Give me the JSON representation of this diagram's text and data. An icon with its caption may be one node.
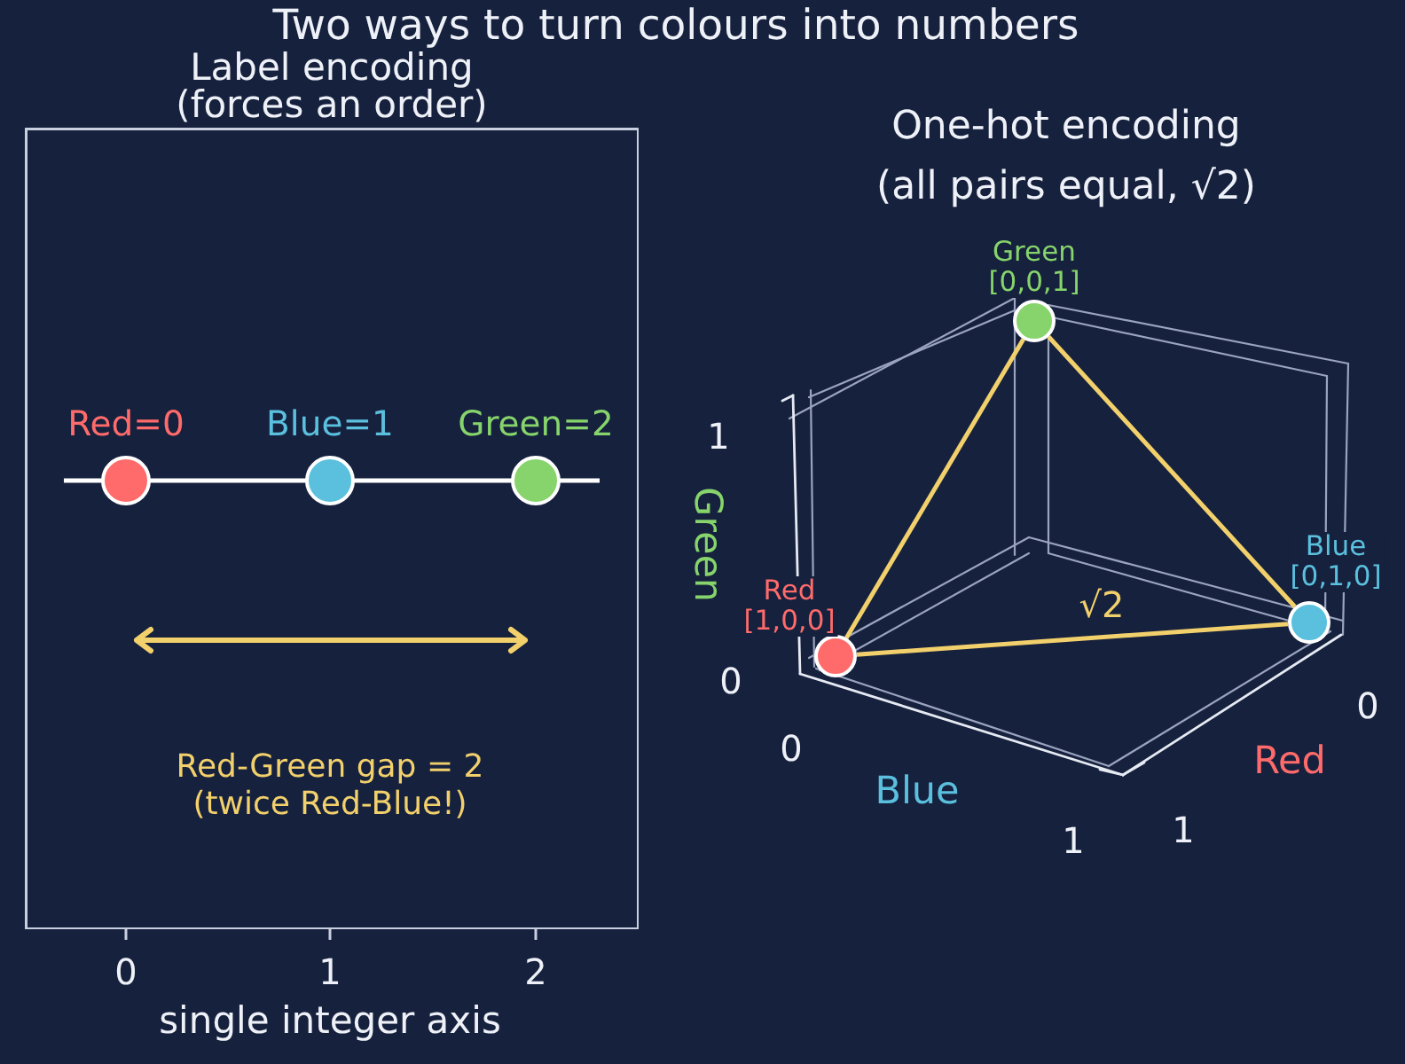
{
  "diagram": {
    "title": "Two ways to turn colours into numbers",
    "nodes": [
      {
        "text": [
          "Label encoding (forces an order)"
        ]
      },
      {
        "text": [],
        "shape": "circle",
        "in": 0,
        "beside": [
          "Red=0"
        ]
      },
      {
        "text": [],
        "shape": "circle",
        "in": 0,
        "beside": [
          "Blue=1"
        ]
      },
      {
        "text": [],
        "shape": "circle",
        "in": 0,
        "beside": [
          "Green=2"
        ]
      },
      {
        "text": [],
        "shape": "circle",
        "beside": [
          "Green [0,0,1]"
        ]
      },
      {
        "text": [],
        "shape": "circle",
        "beside": [
          "Red [1,0,0]"
        ]
      },
      {
        "text": [],
        "shape": "circle",
        "beside": [
          "Blue [0,1,0]"
        ]
      }
    ],
    "edges": [
      {
        "from": 5,
        "to": 4,
        "arrow": "none"
      },
      {
        "from": 4,
        "to": 6,
        "arrow": "none"
      },
      {
        "from": 5,
        "to": 6,
        "arrow": "none",
        "label": "√2"
      }
    ],
    "labels": [
      "Red-Green gap = 2 (twice Red-Blue!)",
      "0",
      "1",
      "2",
      "single integer axis",
      "One-hot encoding (all pairs equal, √2)",
      "1",
      "Green",
      "0",
      "0",
      "0",
      "Red",
      "Blue",
      "1",
      "1"
    ]
  }
}
